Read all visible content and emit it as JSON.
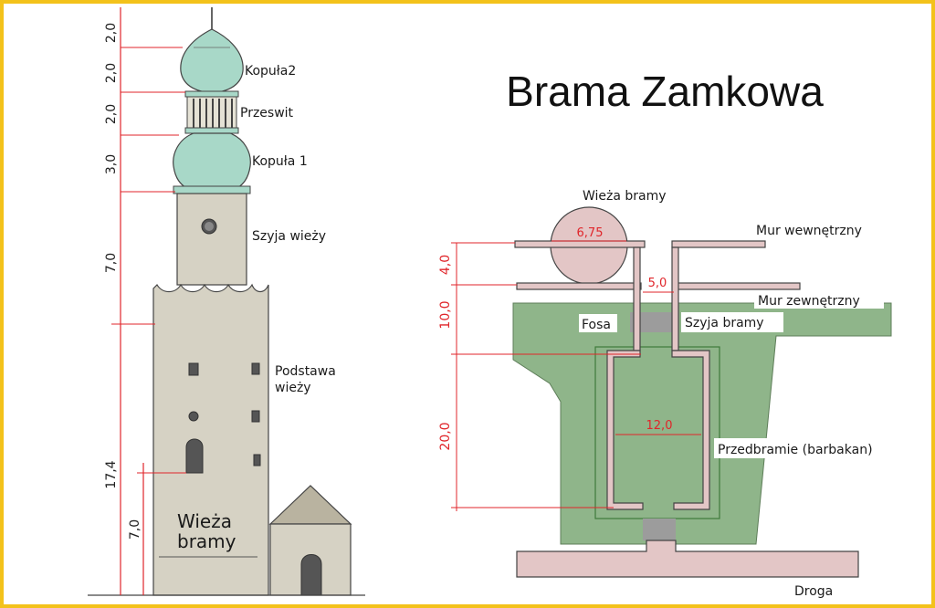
{
  "title": "Brama Zamkowa",
  "tower": {
    "labels": {
      "kopula2": "Kopuła2",
      "przeswit": "Przeswit",
      "kopula1": "Kopuła 1",
      "szyja": "Szyja wieży",
      "podstawa_1": "Podstawa",
      "podstawa_2": "wieży",
      "base_1": "Wieża",
      "base_2": "bramy"
    },
    "dimensions": [
      "2,0",
      "2,0",
      "2,0",
      "3,0",
      "7,0",
      "17,4",
      "7,0"
    ]
  },
  "plan": {
    "labels": {
      "wieza_bramy": "Wieża bramy",
      "mur_wewnetrzny": "Mur wewnętrzny",
      "mur_zewnetrzny": "Mur zewnętrzny",
      "fosa": "Fosa",
      "szyja_bramy": "Szyja bramy",
      "przedbramie": "Przedbramie (barbakan)",
      "droga": "Droga"
    },
    "dimensions": {
      "circle": "6,75",
      "gap": "5,0",
      "inner": "12,0",
      "d1": "4,0",
      "d2": "10,0",
      "d3": "20,0"
    }
  },
  "colors": {
    "border": "#f3c21b",
    "dome": "#a8d8c8",
    "wall": "#d6d2c4",
    "moat": "#8fb58a",
    "dim": "#e0262b",
    "circle": "#e3c6c6"
  }
}
